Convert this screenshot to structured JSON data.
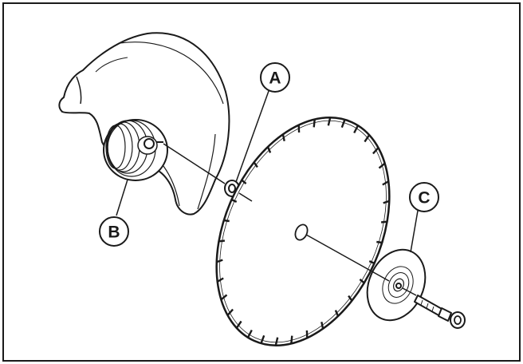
{
  "callouts": {
    "a": "A",
    "b": "B",
    "c": "C"
  },
  "colors": {
    "line": "#1a1a1a",
    "background": "#ffffff"
  }
}
